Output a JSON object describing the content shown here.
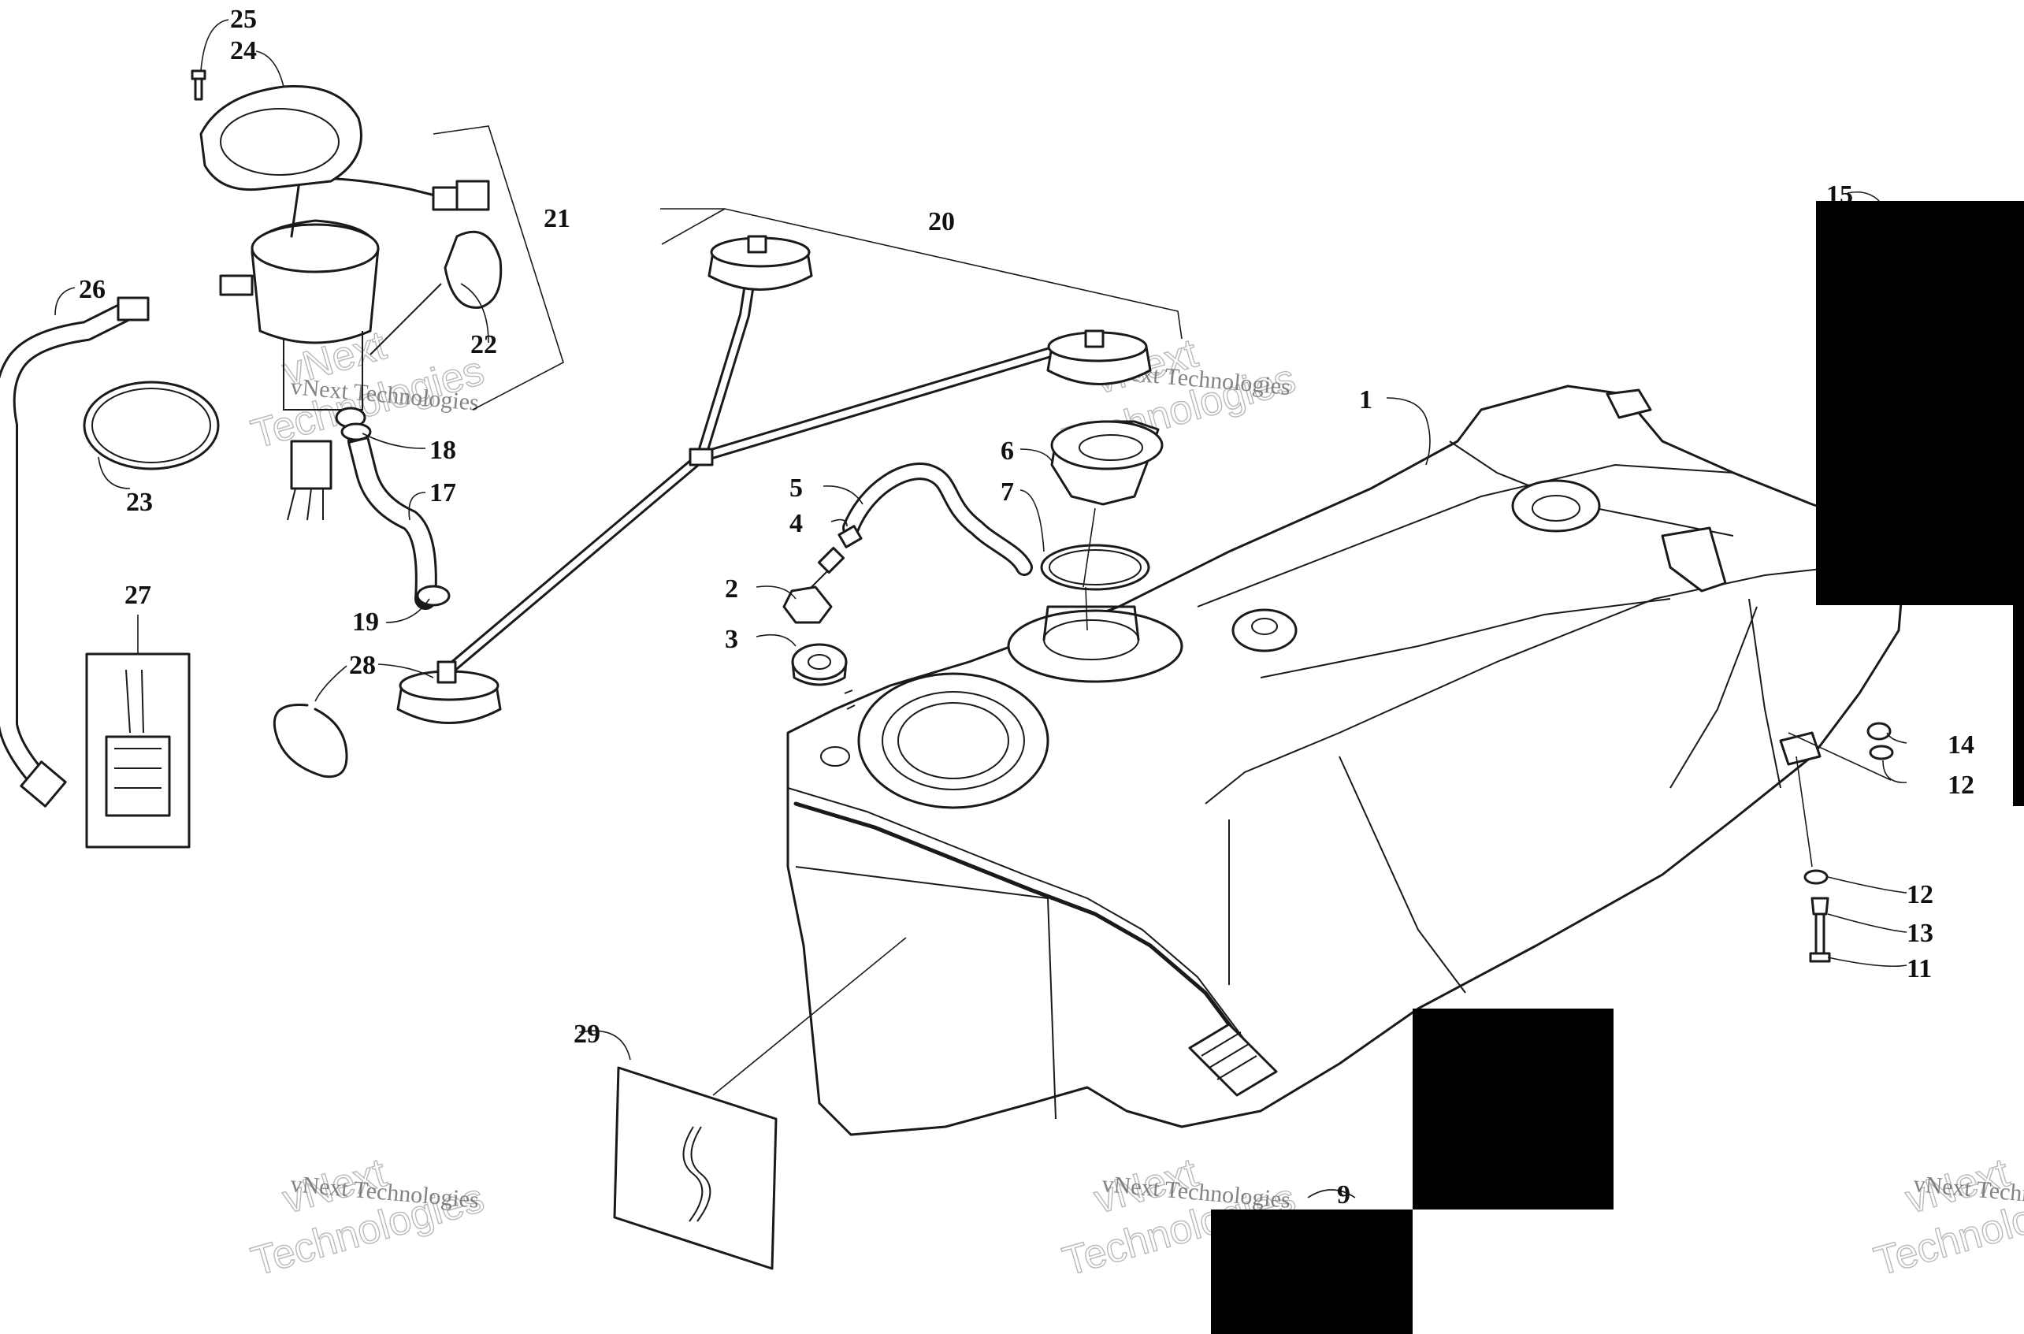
{
  "callouts": {
    "c1": "1",
    "c2": "2",
    "c3": "3",
    "c4": "4",
    "c5": "5",
    "c6": "6",
    "c7": "7",
    "c9": "9",
    "c11": "11",
    "c12a": "12",
    "c12b": "12",
    "c13": "13",
    "c14": "14",
    "c15": "15",
    "c17": "17",
    "c18": "18",
    "c19": "19",
    "c20": "20",
    "c21": "21",
    "c22": "22",
    "c23": "23",
    "c24": "24",
    "c25": "25",
    "c26": "26",
    "c27": "27",
    "c28": "28",
    "c29": "29"
  },
  "watermark": {
    "company": "vNext Technologies",
    "word1": "vNext",
    "word2": "Technologies"
  },
  "colors": {
    "line": "#1a1a1a",
    "redaction": "#000000",
    "watermark": "#b9b9b9"
  }
}
